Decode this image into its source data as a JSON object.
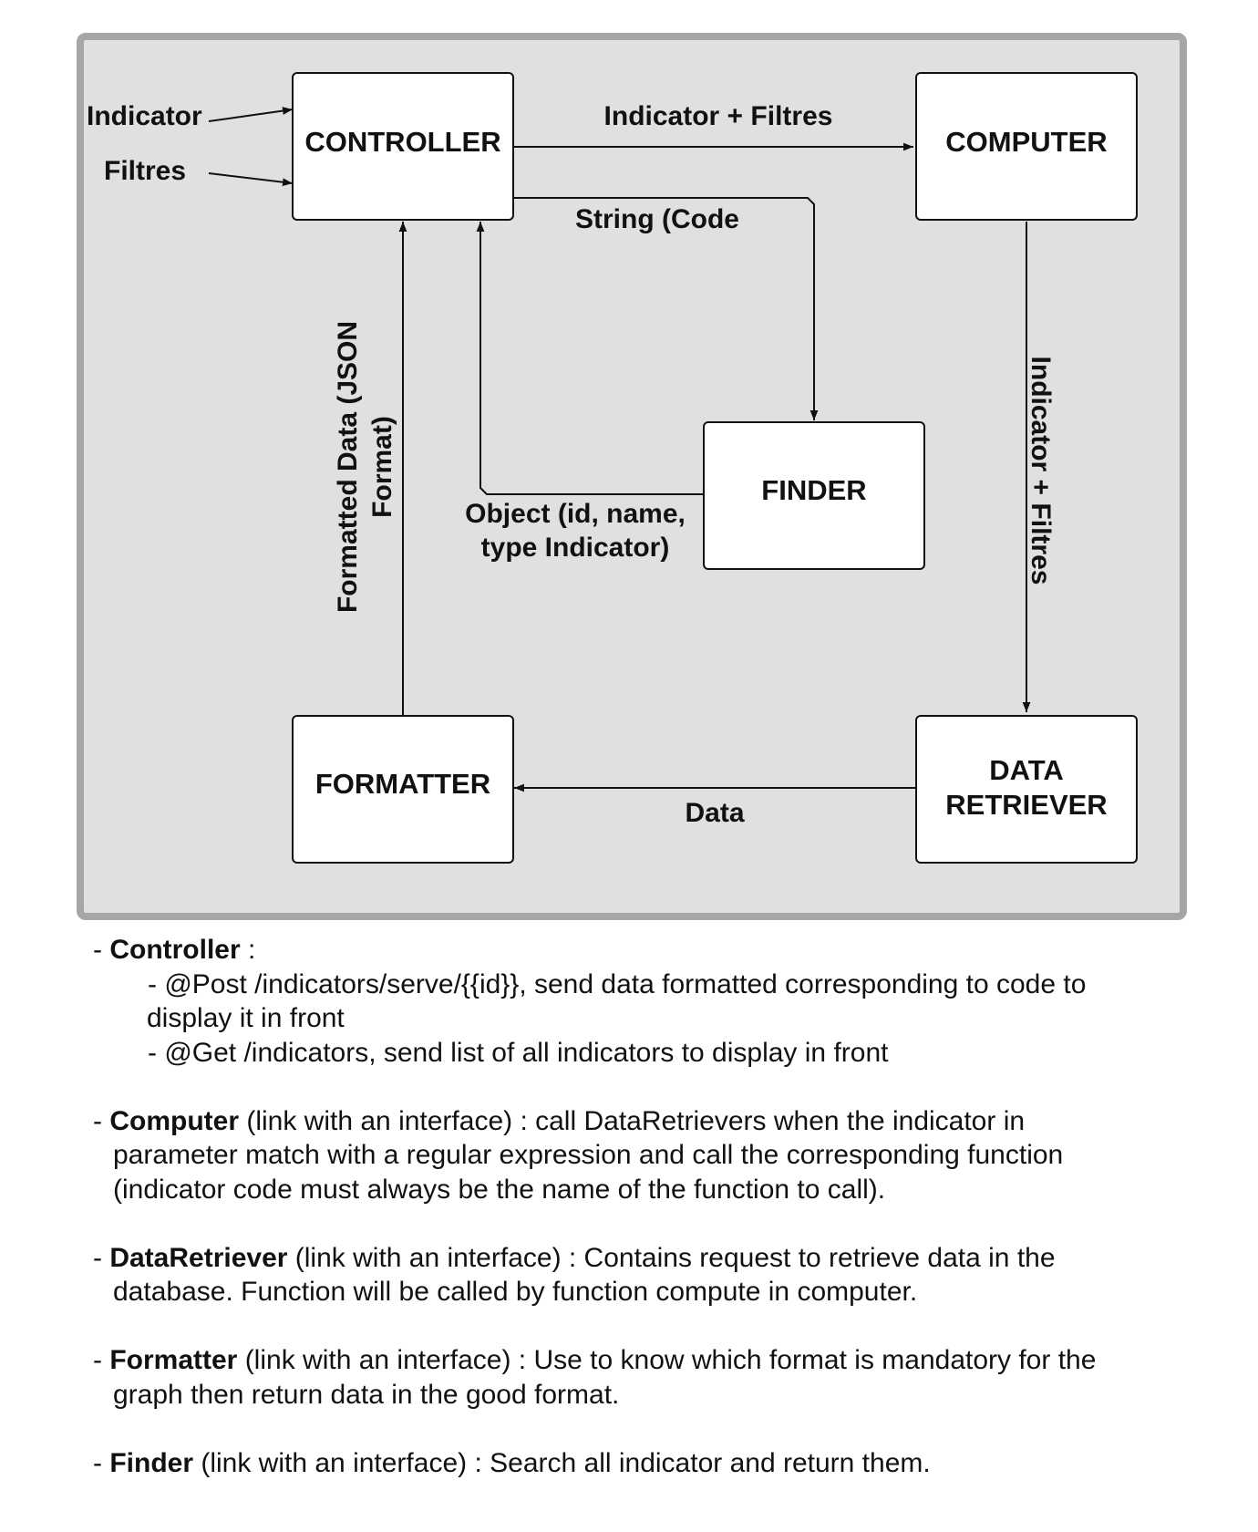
{
  "diagram": {
    "boxes": {
      "controller": "CONTROLLER",
      "computer": "COMPUTER",
      "finder": "FINDER",
      "formatter": "FORMATTER",
      "data_retriever": [
        "DATA",
        "RETRIEVER"
      ]
    },
    "inputs": {
      "indicator": "Indicator",
      "filtres": "Filtres"
    },
    "edges": {
      "controller_to_computer": "Indicator + Filtres",
      "controller_to_finder": "String (Code",
      "finder_to_controller": [
        "Object (id, name,",
        "type Indicator)"
      ],
      "formatter_to_controller": [
        "Formatted Data (JSON",
        "Format)"
      ],
      "computer_to_retriever": "Indicator + Filtres",
      "retriever_to_formatter": "Data"
    }
  },
  "notes": [
    {
      "prefix": "- ",
      "title": "Controller",
      "rest": " :",
      "lines": [
        "- @Post /indicators/serve/{{id}}, send data formatted corresponding to code to",
        "display it in front",
        "- @Get /indicators, send list of all indicators to display in front"
      ]
    },
    {
      "prefix": "- ",
      "title": "Computer",
      "rest": " (link with an interface) : call DataRetrievers when the indicator in",
      "lines": [
        "parameter match with a regular expression and call the corresponding function",
        "(indicator code must always be the name of the function to call)."
      ]
    },
    {
      "prefix": "- ",
      "title": "DataRetriever",
      "rest": " (link with an interface) :  Contains request to retrieve data in the",
      "lines": [
        "database. Function will be called by function compute in computer."
      ]
    },
    {
      "prefix": "- ",
      "title": "Formatter",
      "rest": " (link with an interface) : Use to know which format is mandatory for the",
      "lines": [
        "graph then return data in the good format."
      ]
    },
    {
      "prefix": "- ",
      "title": "Finder",
      "rest": "  (link with an interface) : Search all indicator and return them.",
      "lines": []
    }
  ]
}
